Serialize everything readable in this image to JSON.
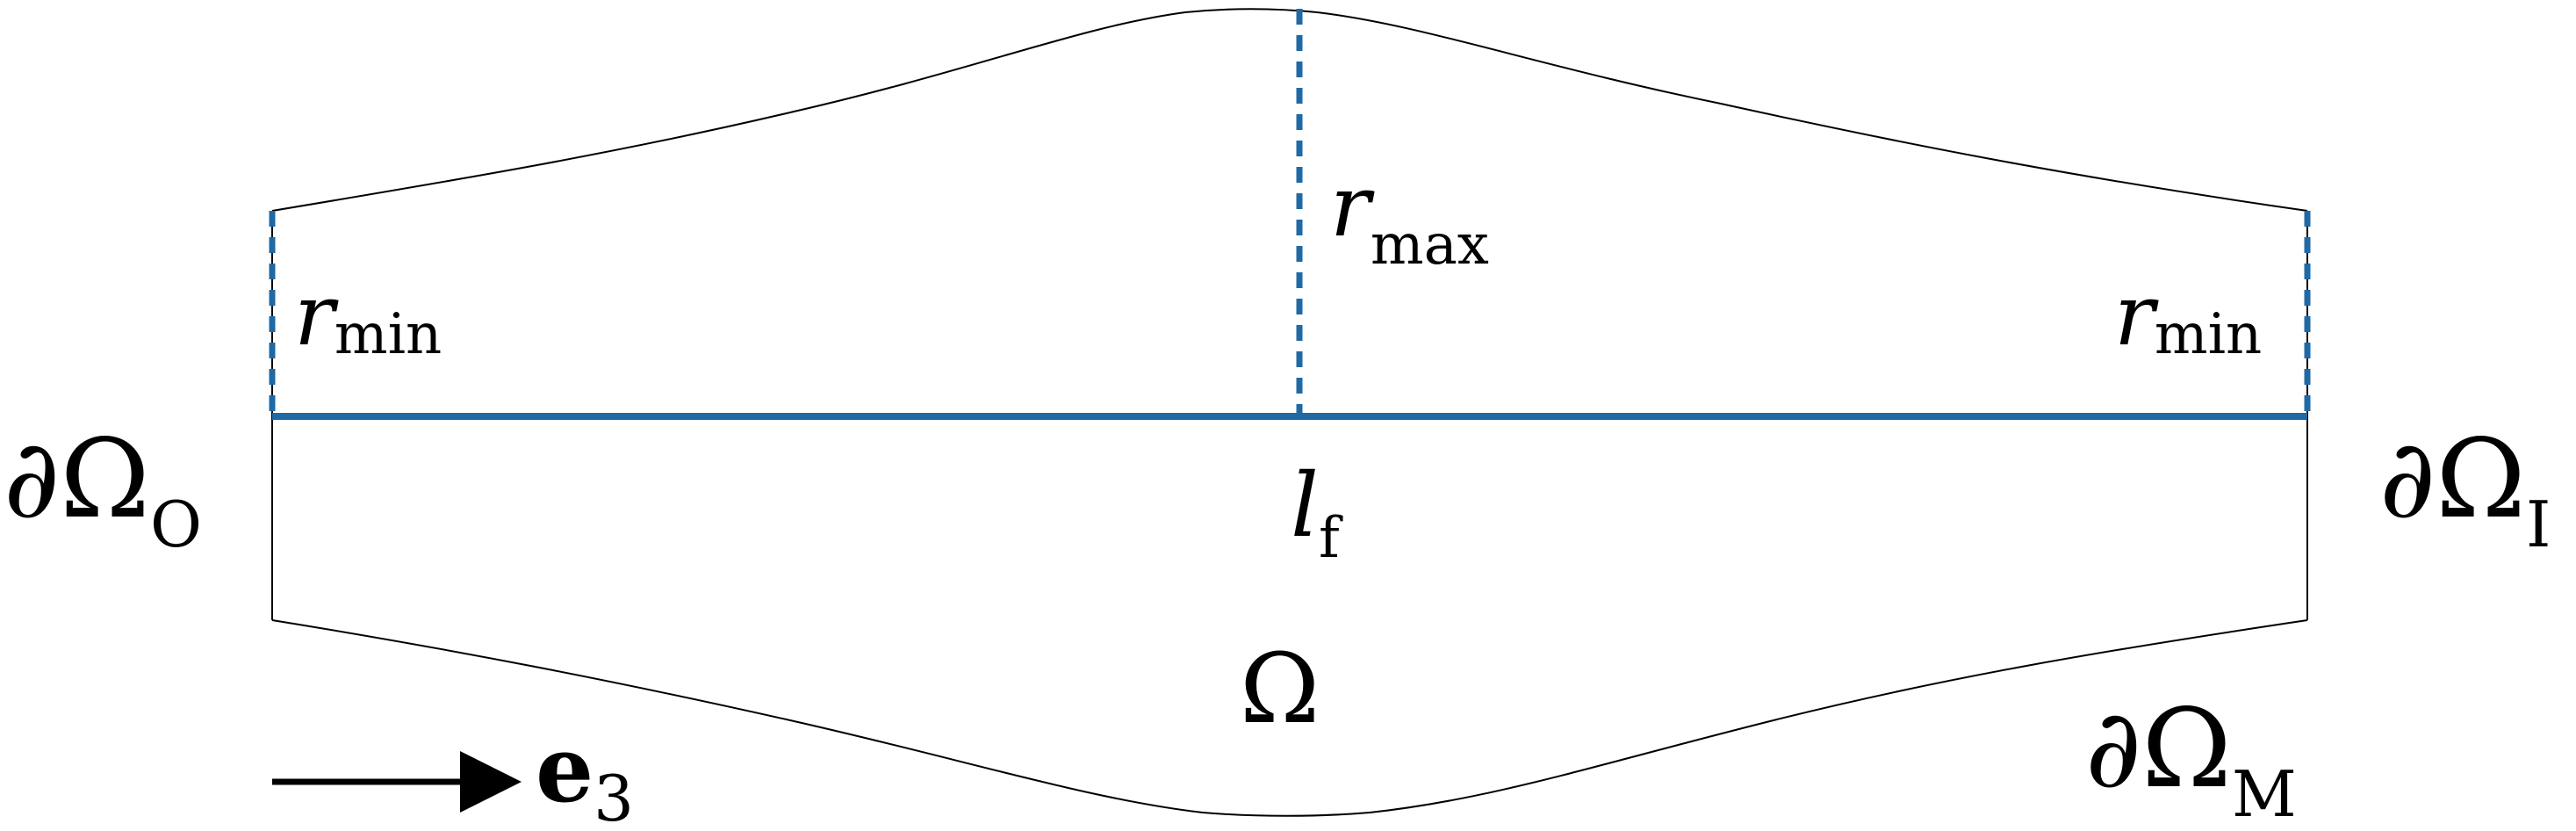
{
  "colors": {
    "accent": "#1f6aa5",
    "outline": "#000000",
    "background": "#ffffff"
  },
  "labels": {
    "r_min_left": {
      "main": "r",
      "sub": "min"
    },
    "r_max": {
      "main": "r",
      "sub": "max"
    },
    "r_min_right": {
      "main": "r",
      "sub": "min"
    },
    "l_f": {
      "main": "l",
      "sub": "f"
    },
    "omega": {
      "main": "Ω"
    },
    "d_omega_O": {
      "main": "∂Ω",
      "sub": "O"
    },
    "d_omega_I": {
      "main": "∂Ω",
      "sub": "I"
    },
    "d_omega_M": {
      "main": "∂Ω",
      "sub": "M"
    },
    "e3": {
      "main": "e",
      "sub": "3"
    }
  }
}
